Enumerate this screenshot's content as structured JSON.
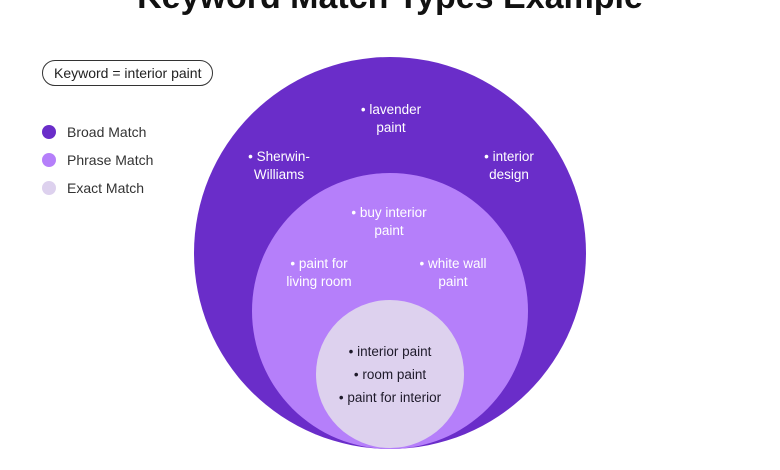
{
  "title": "Keyword Match Types Example",
  "keyword_label": "Keyword = interior paint",
  "colors": {
    "broad": "#6a2dc9",
    "phrase": "#b57ffa",
    "exact": "#ddd1ee"
  },
  "legend": [
    {
      "label": "Broad Match"
    },
    {
      "label": "Phrase Match"
    },
    {
      "label": "Exact Match"
    }
  ],
  "broad_terms": [
    "• lavender\npaint",
    "• Sherwin-\nWilliams",
    "• interior\ndesign"
  ],
  "phrase_terms": [
    "• buy interior\npaint",
    "• paint for\nliving room",
    "• white wall\npaint"
  ],
  "exact_terms": [
    "• interior paint",
    "• room paint",
    "• paint for interior"
  ]
}
